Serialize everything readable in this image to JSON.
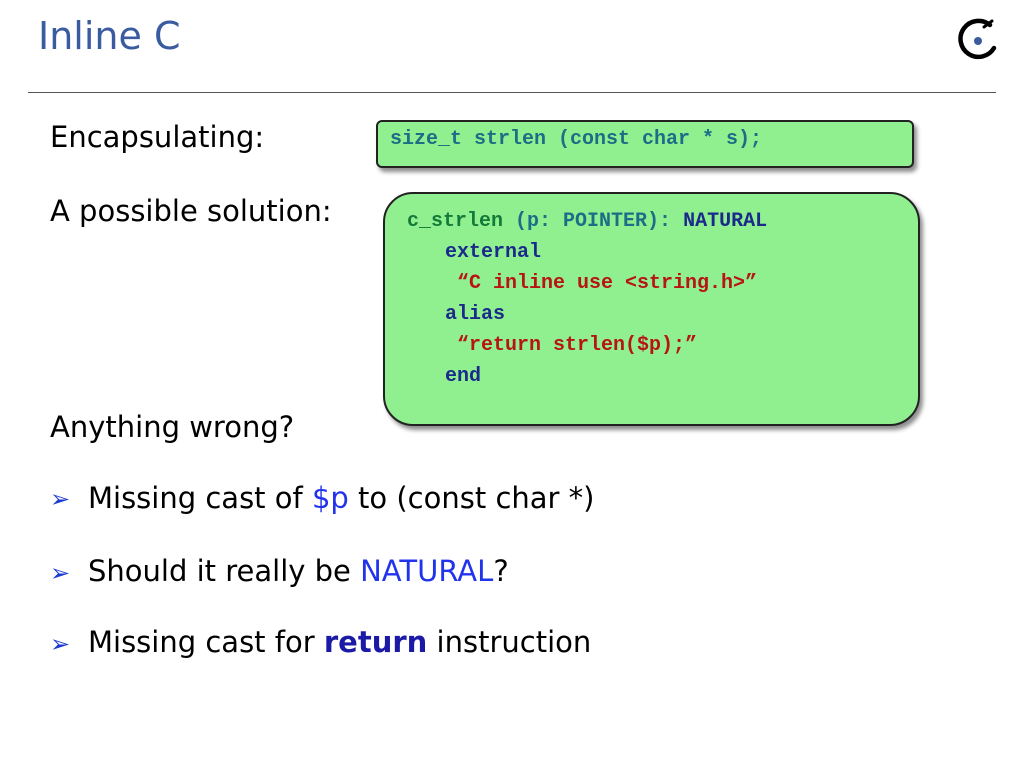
{
  "slide": {
    "title": "Inline C",
    "encapsulating_label": "Encapsulating:",
    "solution_label": "A possible solution:",
    "question": "Anything wrong?"
  },
  "code_signature": "size_t strlen (const char * s);",
  "code_solution": {
    "name": "c_strlen",
    "params": "(p: POINTER):",
    "type": "NATURAL",
    "kw_external": "external",
    "external_str": "“C inline use <string.h>”",
    "kw_alias": "alias",
    "alias_str": "“return strlen($p);”",
    "kw_end": "end"
  },
  "bullets": {
    "marker": "➢",
    "b1_prefix": "Missing cast of ",
    "b1_highlight": "$p",
    "b1_suffix": " to (const char *)",
    "b2_prefix": "Should it really be ",
    "b2_highlight": "NATURAL",
    "b2_suffix": "?",
    "b3_prefix": "Missing cast for ",
    "b3_highlight": "return",
    "b3_suffix": " instruction"
  },
  "colors": {
    "title": "#3a5ba0",
    "code_box": "#90f090",
    "highlight": "#2233ee",
    "keyword": "#1a1aa6"
  },
  "icons": {
    "logo": "eiffel-logo-icon"
  }
}
